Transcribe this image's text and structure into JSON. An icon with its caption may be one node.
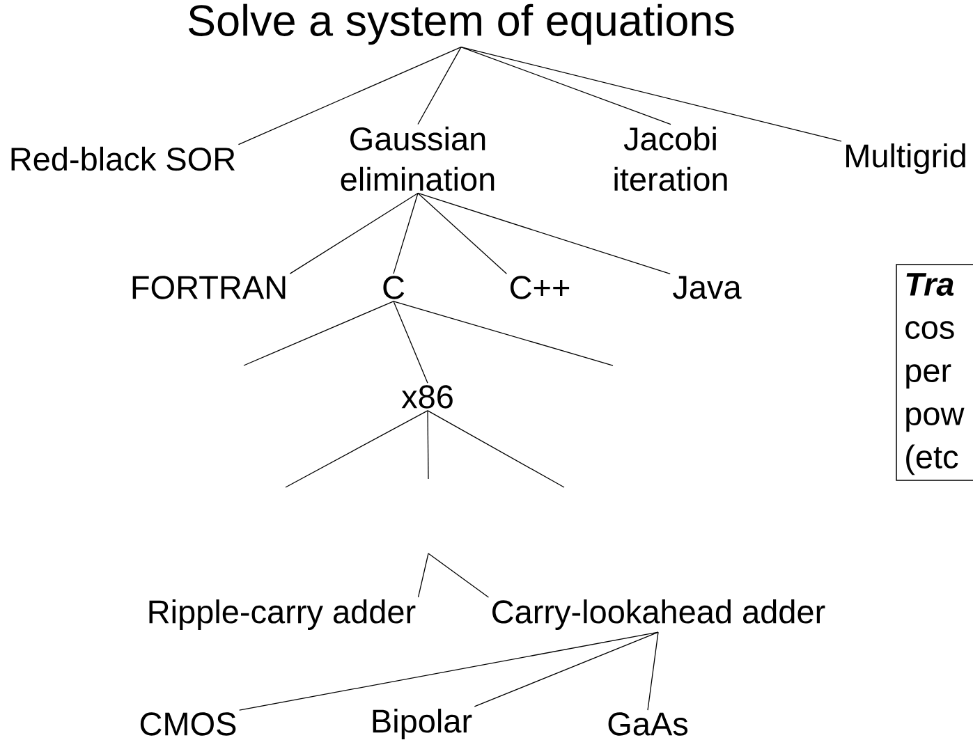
{
  "diagram": {
    "nodes": [
      {
        "text": [
          "Solve a system of equations"
        ]
      },
      {
        "text": [
          "Red-black SOR"
        ]
      },
      {
        "text": [
          "Gaussian elimination"
        ]
      },
      {
        "text": [
          "Jacobi iteration"
        ]
      },
      {
        "text": [
          "Multigrid"
        ]
      },
      {
        "text": [
          "FORTRAN"
        ]
      },
      {
        "text": [
          "C"
        ]
      },
      {
        "text": [
          "C++"
        ]
      },
      {
        "text": [
          "Java"
        ]
      },
      {
        "text": [
          "x86"
        ]
      },
      {
        "text": [
          "Ripple-carry adder"
        ]
      },
      {
        "text": [
          "Carry-lookahead adder"
        ]
      },
      {
        "text": [
          "CMOS"
        ]
      },
      {
        "text": [
          "Bipolar"
        ]
      },
      {
        "text": [
          "GaAs"
        ]
      },
      {
        "text": [
          "Tra",
          "cos per pow (etc"
        ]
      }
    ],
    "edges": [
      {
        "from": 0,
        "to": 1,
        "arrow": "none"
      },
      {
        "from": 0,
        "to": 2,
        "arrow": "none"
      },
      {
        "from": 0,
        "to": 3,
        "arrow": "none"
      },
      {
        "from": 0,
        "to": 4,
        "arrow": "none"
      },
      {
        "from": 2,
        "to": 5,
        "arrow": "none"
      },
      {
        "from": 2,
        "to": 6,
        "arrow": "none"
      },
      {
        "from": 2,
        "to": 7,
        "arrow": "none"
      },
      {
        "from": 2,
        "to": 8,
        "arrow": "none"
      },
      {
        "from": 6,
        "to": null,
        "arrow": "none"
      },
      {
        "from": 6,
        "to": 9,
        "arrow": "none"
      },
      {
        "from": 6,
        "to": null,
        "arrow": "none"
      },
      {
        "from": 9,
        "to": null,
        "arrow": "none"
      },
      {
        "from": 9,
        "to": null,
        "arrow": "none"
      },
      {
        "from": 9,
        "to": null,
        "arrow": "none"
      },
      {
        "from": null,
        "to": 10,
        "arrow": "none"
      },
      {
        "from": null,
        "to": 11,
        "arrow": "none"
      },
      {
        "from": 11,
        "to": 12,
        "arrow": "none"
      },
      {
        "from": 11,
        "to": 13,
        "arrow": "none"
      },
      {
        "from": 11,
        "to": 14,
        "arrow": "none"
      }
    ]
  }
}
